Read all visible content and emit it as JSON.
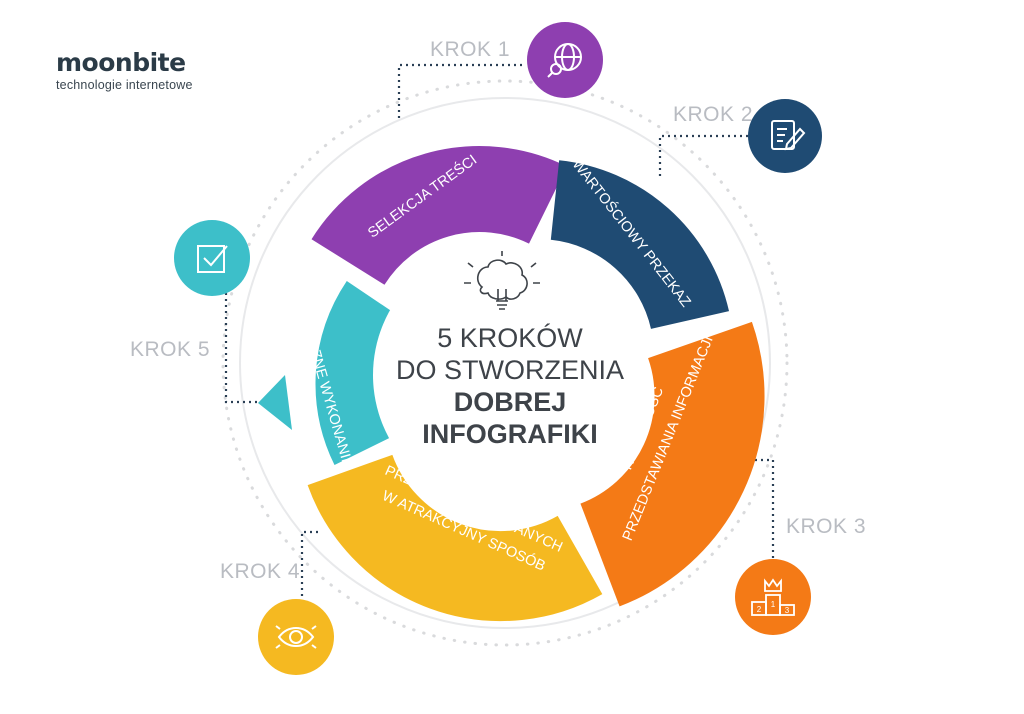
{
  "logo": {
    "name": "moonbite",
    "tagline": "technologie internetowe"
  },
  "center": {
    "line1": "5 KROKÓW",
    "line2": "DO STWORZENIA",
    "line3": "DOBREJ",
    "line4": "INFOGRAFIKI"
  },
  "steps": [
    {
      "krok": "KROK 1",
      "label": "SELEKCJA TREŚCI",
      "color": "#8e3fb0",
      "icon": "globe-search-icon"
    },
    {
      "krok": "KROK 2",
      "label": "WARTOŚCIOWY PRZEKAZ",
      "color": "#1f4b73",
      "icon": "document-edit-icon"
    },
    {
      "krok": "KROK 3",
      "label1": "KOLEJNOŚĆ",
      "label2": "PRZEDSTAWIANIA INFORMACJI",
      "color": "#f47a16",
      "icon": "podium-icon"
    },
    {
      "krok": "KROK 4",
      "label1": "PRZEDSTAWIANIE DANYCH",
      "label2": "W ATRAKCYJNY SPOSÓB",
      "color": "#f5b921",
      "icon": "eye-icon"
    },
    {
      "krok": "KROK 5",
      "label": "ESTETYCZNE WYKONANIE",
      "color": "#3dbfc9",
      "icon": "checkbox-icon"
    }
  ],
  "podium_numbers": [
    "1",
    "2",
    "3"
  ],
  "colors": {
    "ring_dots": "#d9dadc",
    "connector": "#2a3f55",
    "center_text": "#3e4349",
    "krok_text": "#b9bcc2"
  }
}
